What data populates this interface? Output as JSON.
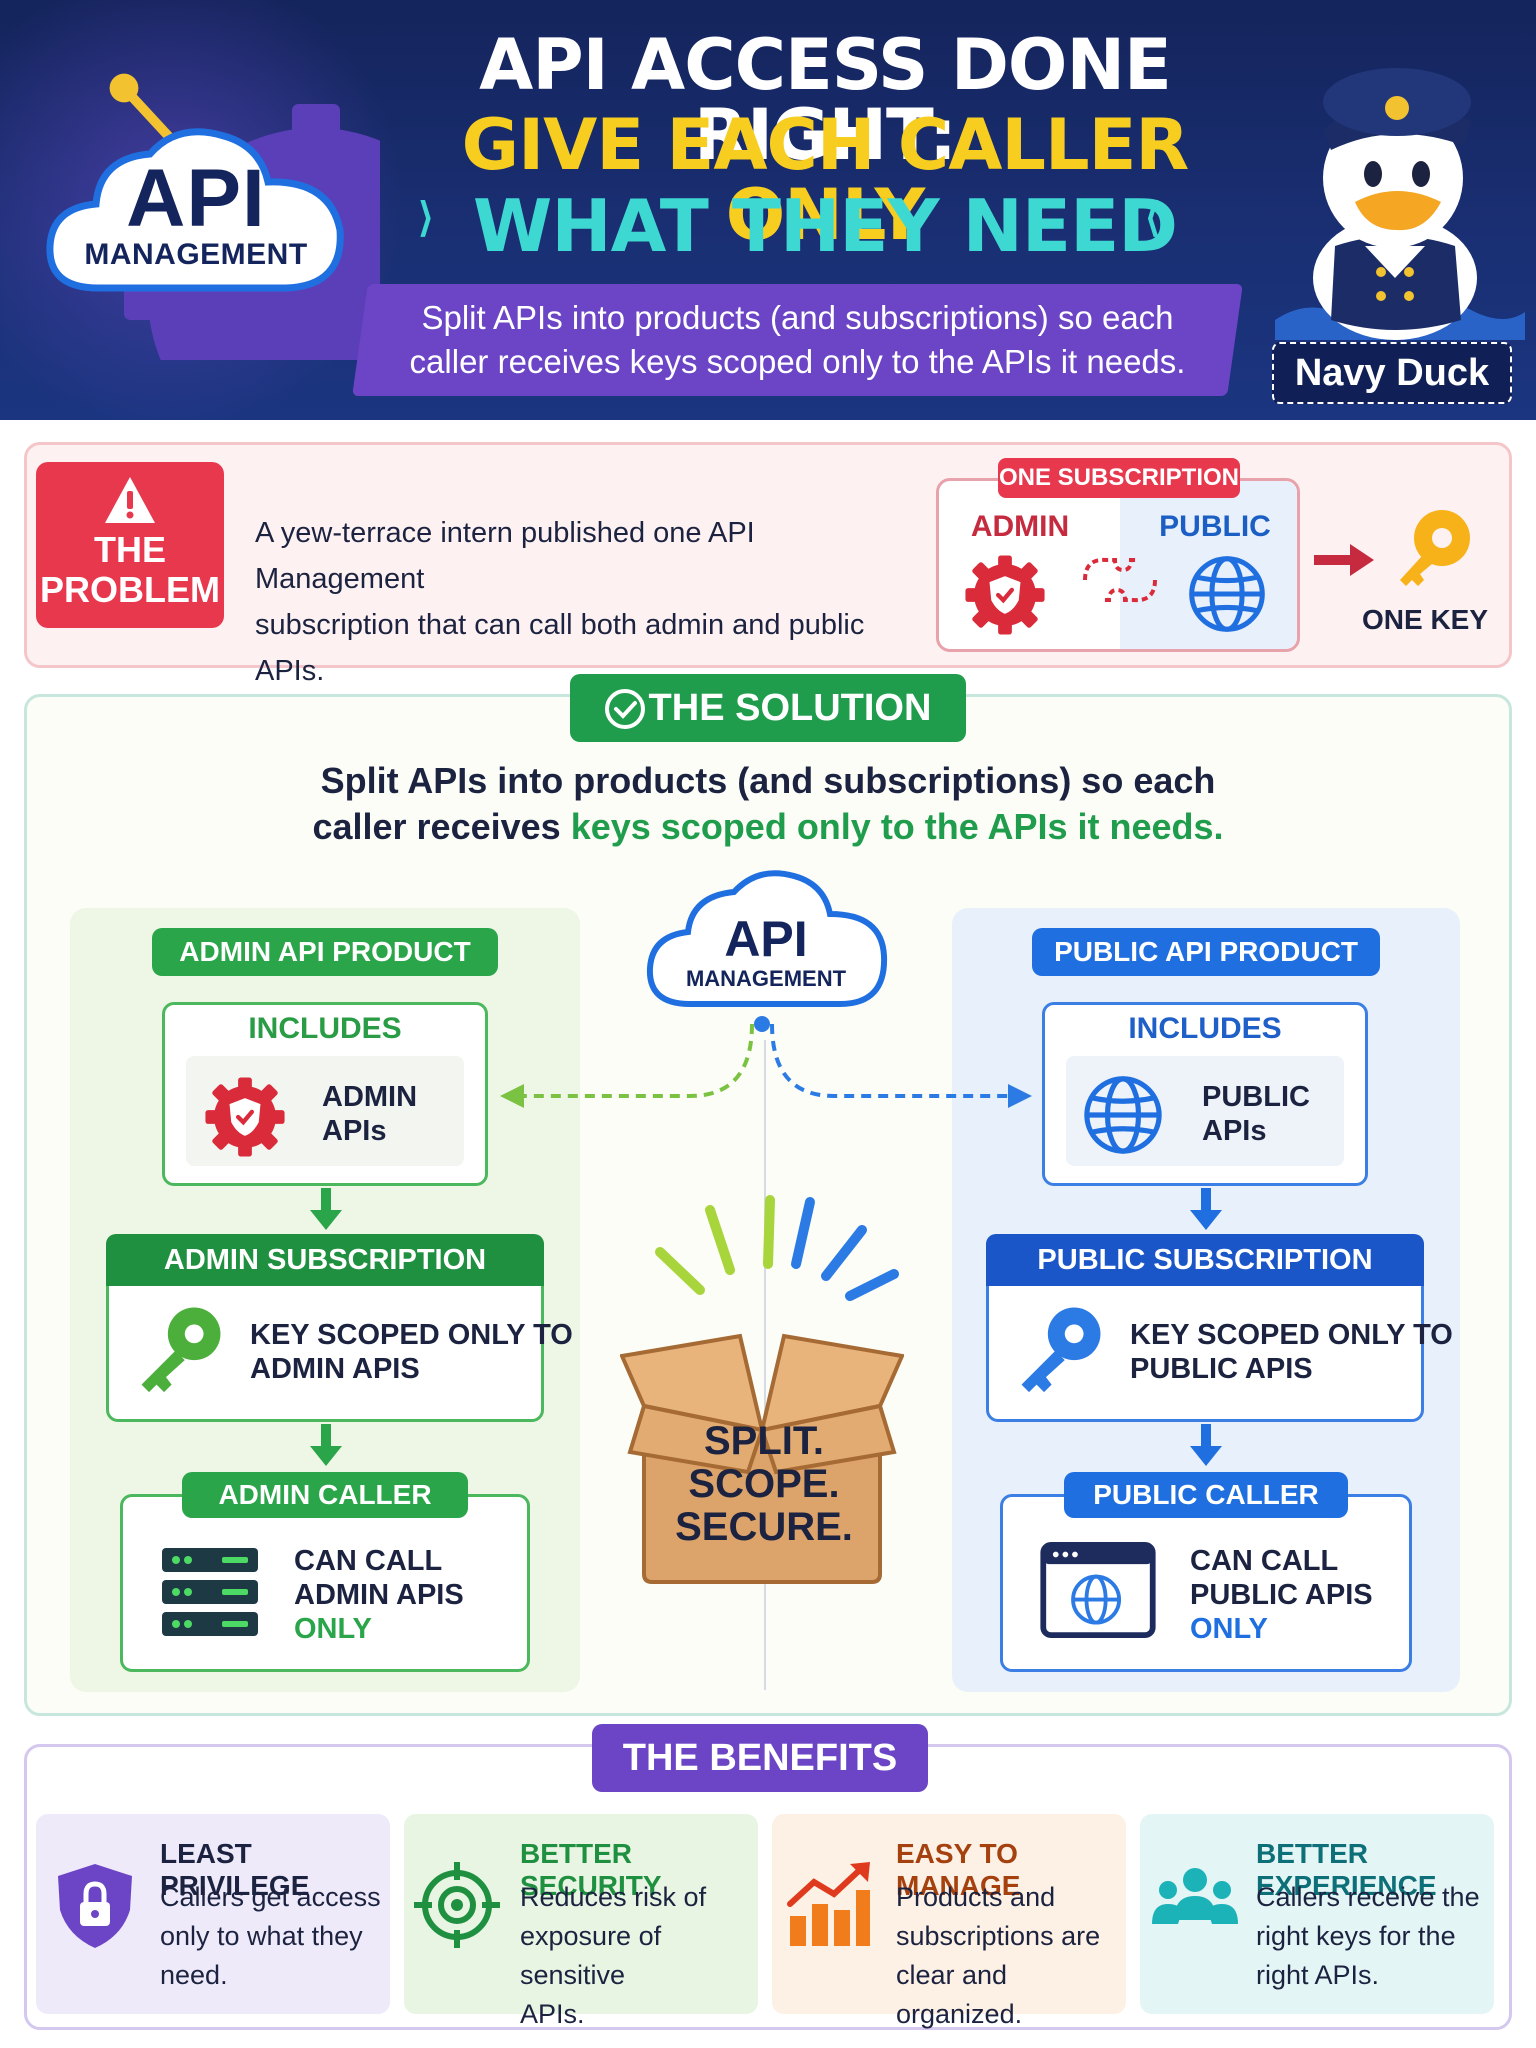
{
  "header": {
    "logo_api": "API",
    "logo_management": "MANAGEMENT",
    "title_line1": "API ACCESS DONE RIGHT:",
    "title_line2": "GIVE EACH CALLER ONLY",
    "title_line3": "WHAT THEY NEED",
    "subtitle_line1": "Split APIs into products (and subscriptions) so each",
    "subtitle_line2": "caller receives keys scoped only to the APIs it needs.",
    "mascot_name": "Navy Duck"
  },
  "problem": {
    "badge_line1": "THE",
    "badge_line2": "PROBLEM",
    "text_line1": "A yew-terrace intern published one API Management",
    "text_line2": "subscription that can call both admin and public APIs.",
    "one_subscription_label": "ONE SUBSCRIPTION",
    "admin_label": "ADMIN",
    "public_label": "PUBLIC",
    "one_key_label": "ONE KEY"
  },
  "solution": {
    "badge": "THE SOLUTION",
    "text_line1": "Split APIs into products (and subscriptions) so each",
    "text_line2_plain": "caller receives ",
    "text_line2_highlight": "keys scoped only to the APIs it needs.",
    "center_api": "API",
    "center_management": "MANAGEMENT",
    "center_box_line1": "SPLIT.",
    "center_box_line2": "SCOPE.",
    "center_box_line3": "SECURE.",
    "admin": {
      "product": "ADMIN API PRODUCT",
      "includes": "INCLUDES",
      "apis_line1": "ADMIN",
      "apis_line2": "APIs",
      "subscription": "ADMIN SUBSCRIPTION",
      "key_line1": "KEY SCOPED ONLY TO",
      "key_line2": "ADMIN APIS",
      "caller": "ADMIN CALLER",
      "caller_line1": "CAN CALL",
      "caller_line2": "ADMIN APIS",
      "caller_line3": "ONLY"
    },
    "public": {
      "product": "PUBLIC API PRODUCT",
      "includes": "INCLUDES",
      "apis_line1": "PUBLIC",
      "apis_line2": "APIs",
      "subscription": "PUBLIC SUBSCRIPTION",
      "key_line1": "KEY SCOPED ONLY TO",
      "key_line2": "PUBLIC APIS",
      "caller": "PUBLIC CALLER",
      "caller_line1": "CAN CALL",
      "caller_line2": "PUBLIC APIS",
      "caller_line3": "ONLY"
    }
  },
  "benefits": {
    "badge": "THE BENEFITS",
    "items": [
      {
        "title": "LEAST PRIVILEGE",
        "lines": [
          "Callers get access",
          "only to what they",
          "need."
        ],
        "icon": "lock-shield-icon",
        "color": "#6b45c6"
      },
      {
        "title": "BETTER SECURITY",
        "lines": [
          "Reduces risk of",
          "exposure of sensitive",
          "APIs."
        ],
        "icon": "target-icon",
        "color": "#1f9040"
      },
      {
        "title": "EASY TO MANAGE",
        "lines": [
          "Products and",
          "subscriptions are",
          "clear and organized."
        ],
        "icon": "growth-chart-icon",
        "color": "#a5400f"
      },
      {
        "title": "BETTER EXPERIENCE",
        "lines": [
          "Callers receive the",
          "right keys for the",
          "right APIs."
        ],
        "icon": "users-group-icon",
        "color": "#0d6f78"
      }
    ]
  },
  "colors": {
    "navy": "#14245c",
    "yellow": "#f7cd1f",
    "teal": "#3ed8d2",
    "purple": "#6b45c6",
    "red": "#e8384e",
    "green": "#2aa54a",
    "blue": "#1f6fe0"
  }
}
